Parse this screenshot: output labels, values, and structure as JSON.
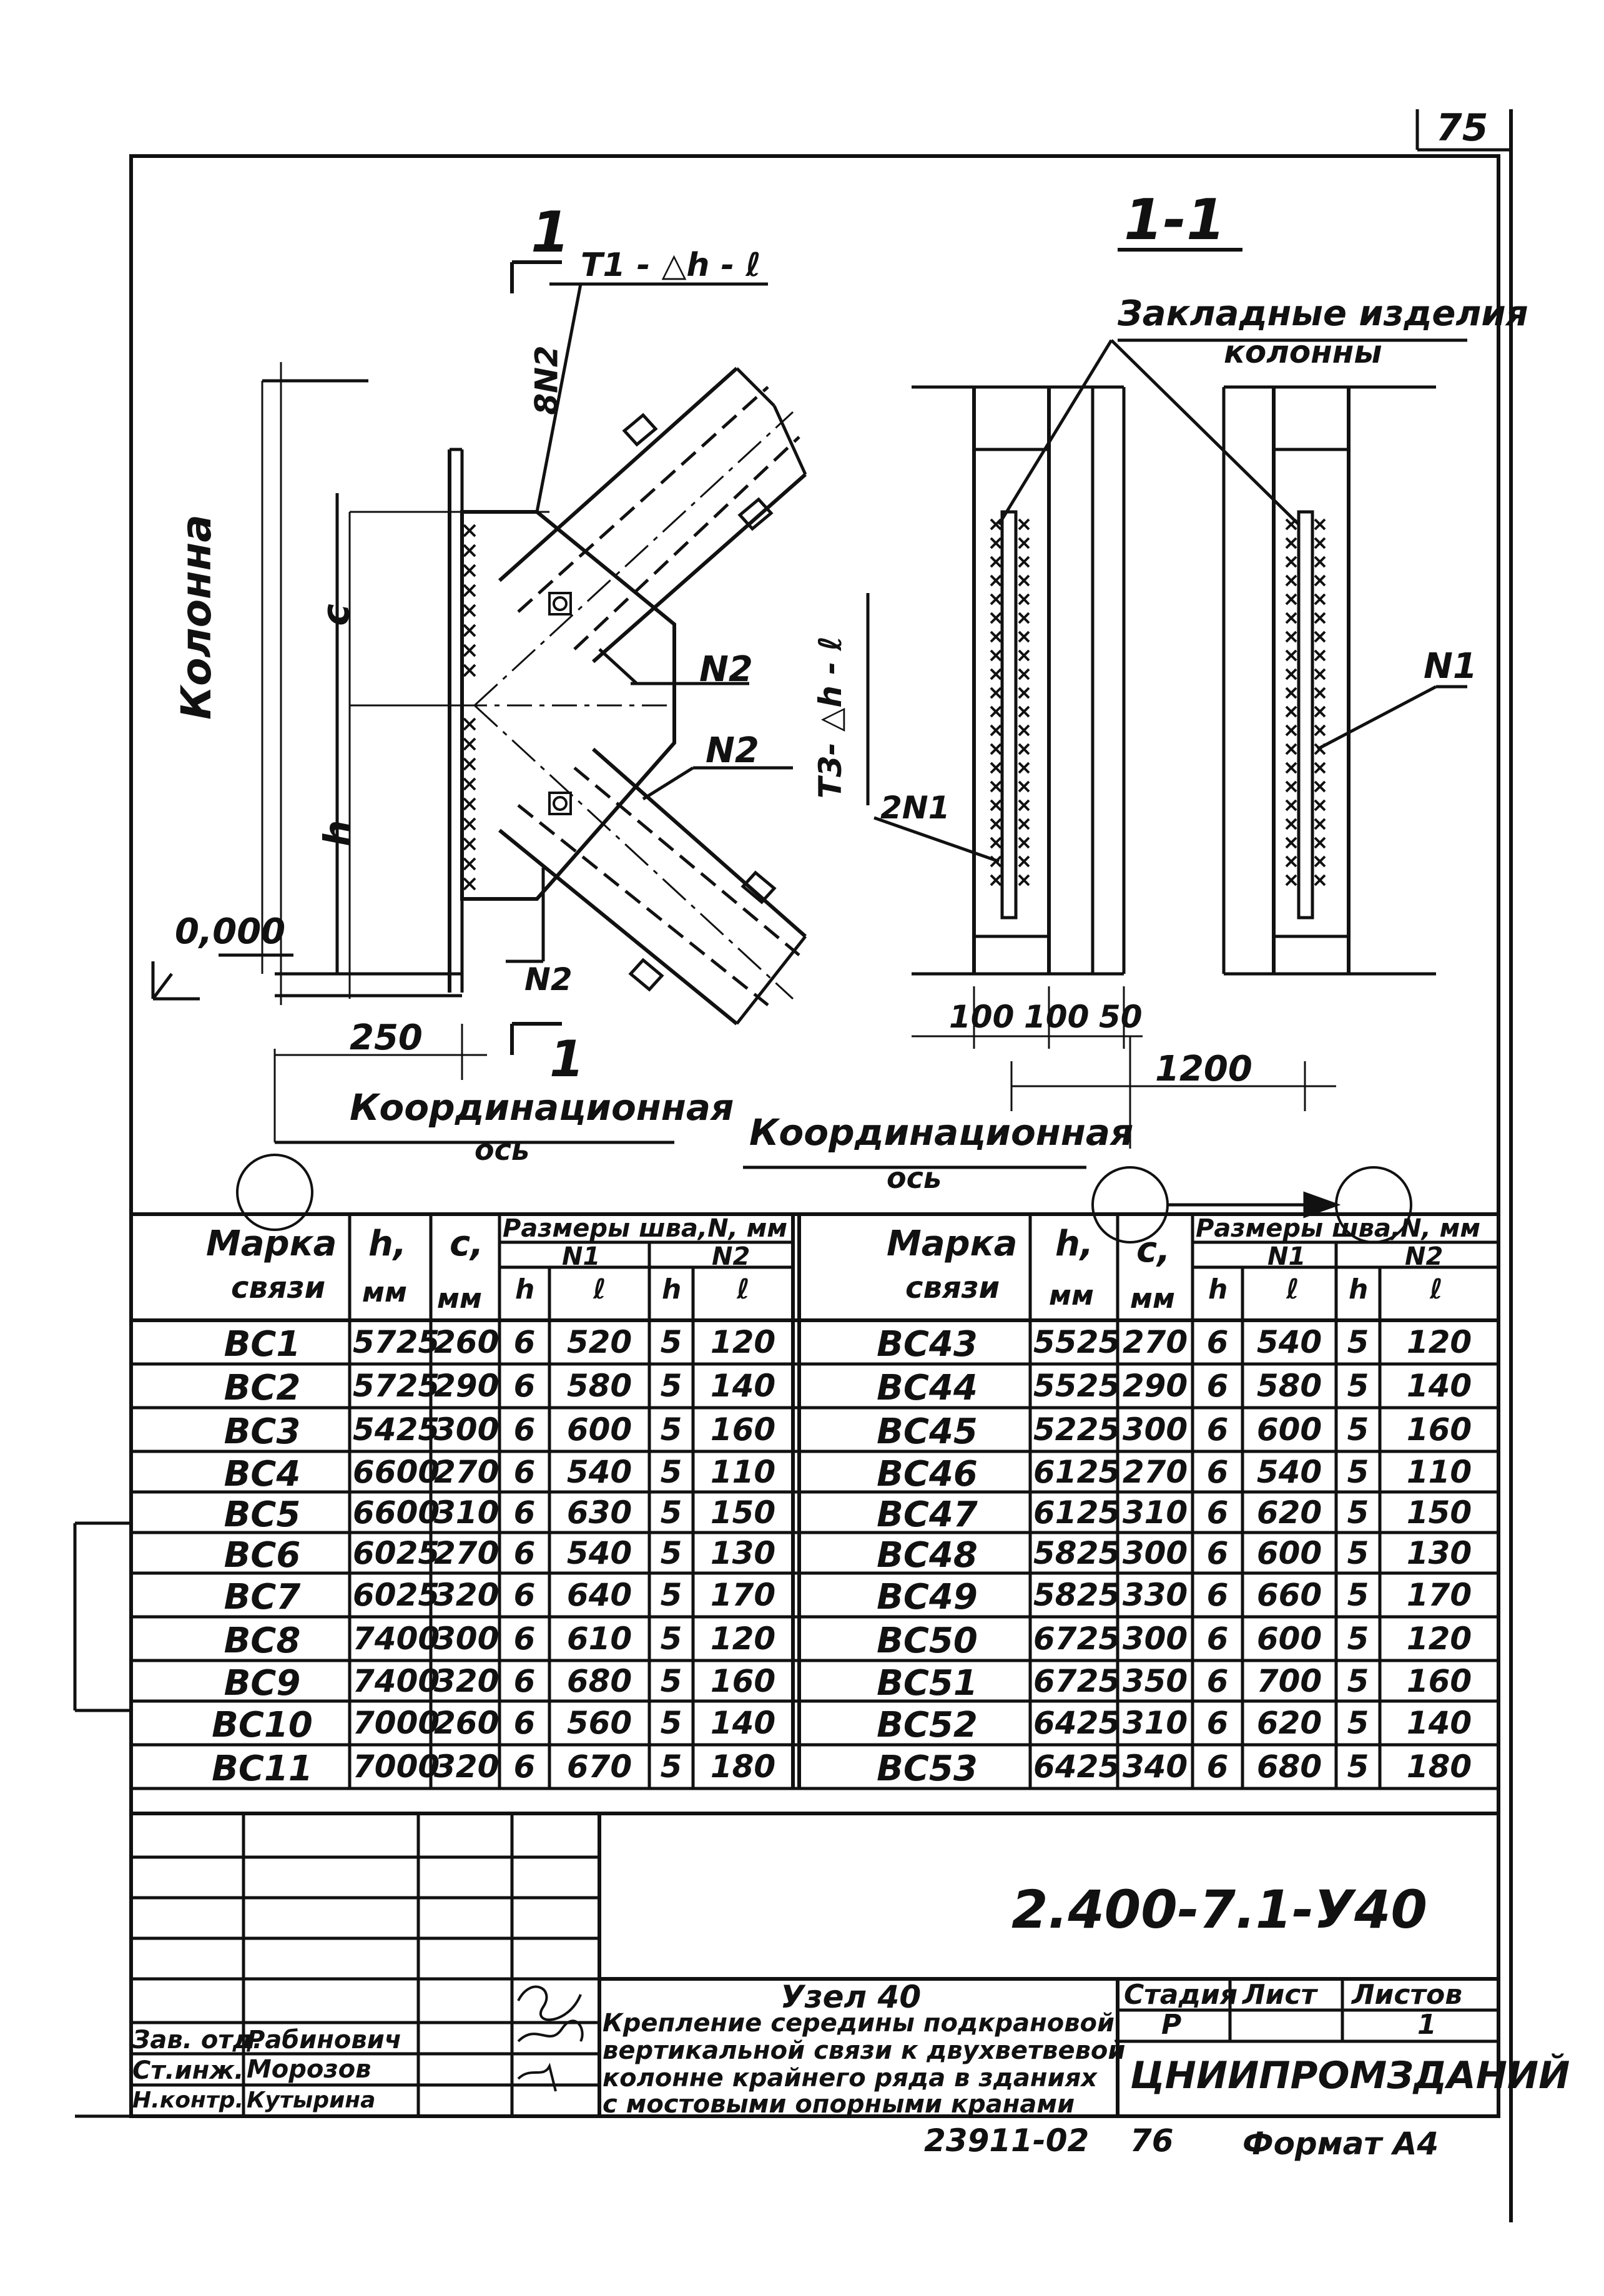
{
  "sheet": {
    "page_number": "75",
    "section_mark": "1",
    "section_title": "1-1"
  },
  "drawing_left": {
    "weld_note_top": "T1 - △h - ℓ",
    "weld_8N2": "8N2",
    "column_label": "Колонна",
    "dim_c": "c",
    "dim_h": "h",
    "weld_N2_a": "N2",
    "weld_N2_b": "N2",
    "weld_N2_c": "N2",
    "level": "0,000",
    "dim_250": "250",
    "section_mark_bottom": "1",
    "axis_label_1": "Координационная",
    "axis_label_2": "ось"
  },
  "drawing_right": {
    "embedded_parts_1": "Закладные изделия",
    "embedded_parts_2": "колонны",
    "weld_note_side": "T3- △h - ℓ",
    "weld_2N1": "2N1",
    "weld_N1": "N1",
    "dim_100a": "100",
    "dim_100b": "100",
    "dim_50": "50",
    "dim_1200": "1200",
    "axis_label_1": "Координационная",
    "axis_label_2": "ось"
  },
  "table": {
    "headers": {
      "mark_1": "Марка",
      "mark_2": "связи",
      "h": "h,",
      "h_unit": "мм",
      "c": "c,",
      "c_unit": "мм",
      "weld_sizes": "Размеры шва,N, мм",
      "n1": "N1",
      "n2": "N2",
      "sub_h": "h",
      "sub_l": "ℓ"
    },
    "left_rows": [
      {
        "mark": "ВС1",
        "h": "5725",
        "c": "260",
        "n1h": "6",
        "n1l": "520",
        "n2h": "5",
        "n2l": "120"
      },
      {
        "mark": "ВС2",
        "h": "5725",
        "c": "290",
        "n1h": "6",
        "n1l": "580",
        "n2h": "5",
        "n2l": "140"
      },
      {
        "mark": "ВС3",
        "h": "5425",
        "c": "300",
        "n1h": "6",
        "n1l": "600",
        "n2h": "5",
        "n2l": "160"
      },
      {
        "mark": "ВС4",
        "h": "6600",
        "c": "270",
        "n1h": "6",
        "n1l": "540",
        "n2h": "5",
        "n2l": "110"
      },
      {
        "mark": "ВС5",
        "h": "6600",
        "c": "310",
        "n1h": "6",
        "n1l": "630",
        "n2h": "5",
        "n2l": "150"
      },
      {
        "mark": "ВС6",
        "h": "6025",
        "c": "270",
        "n1h": "6",
        "n1l": "540",
        "n2h": "5",
        "n2l": "130"
      },
      {
        "mark": "ВС7",
        "h": "6025",
        "c": "320",
        "n1h": "6",
        "n1l": "640",
        "n2h": "5",
        "n2l": "170"
      },
      {
        "mark": "ВС8",
        "h": "7400",
        "c": "300",
        "n1h": "6",
        "n1l": "610",
        "n2h": "5",
        "n2l": "120"
      },
      {
        "mark": "ВС9",
        "h": "7400",
        "c": "320",
        "n1h": "6",
        "n1l": "680",
        "n2h": "5",
        "n2l": "160"
      },
      {
        "mark": "ВС10",
        "h": "7000",
        "c": "260",
        "n1h": "6",
        "n1l": "560",
        "n2h": "5",
        "n2l": "140"
      },
      {
        "mark": "ВС11",
        "h": "7000",
        "c": "320",
        "n1h": "6",
        "n1l": "670",
        "n2h": "5",
        "n2l": "180"
      }
    ],
    "right_rows": [
      {
        "mark": "ВС43",
        "h": "5525",
        "c": "270",
        "n1h": "6",
        "n1l": "540",
        "n2h": "5",
        "n2l": "120"
      },
      {
        "mark": "ВС44",
        "h": "5525",
        "c": "290",
        "n1h": "6",
        "n1l": "580",
        "n2h": "5",
        "n2l": "140"
      },
      {
        "mark": "ВС45",
        "h": "5225",
        "c": "300",
        "n1h": "6",
        "n1l": "600",
        "n2h": "5",
        "n2l": "160"
      },
      {
        "mark": "ВС46",
        "h": "6125",
        "c": "270",
        "n1h": "6",
        "n1l": "540",
        "n2h": "5",
        "n2l": "110"
      },
      {
        "mark": "ВС47",
        "h": "6125",
        "c": "310",
        "n1h": "6",
        "n1l": "620",
        "n2h": "5",
        "n2l": "150"
      },
      {
        "mark": "ВС48",
        "h": "5825",
        "c": "300",
        "n1h": "6",
        "n1l": "600",
        "n2h": "5",
        "n2l": "130"
      },
      {
        "mark": "ВС49",
        "h": "5825",
        "c": "330",
        "n1h": "6",
        "n1l": "660",
        "n2h": "5",
        "n2l": "170"
      },
      {
        "mark": "ВС50",
        "h": "6725",
        "c": "300",
        "n1h": "6",
        "n1l": "600",
        "n2h": "5",
        "n2l": "120"
      },
      {
        "mark": "ВС51",
        "h": "6725",
        "c": "350",
        "n1h": "6",
        "n1l": "700",
        "n2h": "5",
        "n2l": "160"
      },
      {
        "mark": "ВС52",
        "h": "6425",
        "c": "310",
        "n1h": "6",
        "n1l": "620",
        "n2h": "5",
        "n2l": "140"
      },
      {
        "mark": "ВС53",
        "h": "6425",
        "c": "340",
        "n1h": "6",
        "n1l": "680",
        "n2h": "5",
        "n2l": "180"
      }
    ]
  },
  "title_block": {
    "doc_code": "2.400-7.1-У40",
    "node_title": "Узел 40",
    "description_1": "Крепление середины подкрановой",
    "description_2": "вертикальной связи к двухветвевой",
    "description_3": "колонне крайнего ряда в зданиях",
    "description_4": "с мостовыми опорными кранами",
    "stage_label": "Стадия",
    "sheet_label": "Лист",
    "sheets_label": "Листов",
    "stage": "Р",
    "sheets": "1",
    "organization": "ЦНИИПРОМЗДАНИЙ",
    "role_1": "Зав. отд.",
    "name_1": "Рабинович",
    "role_2": "Ст.инж.",
    "name_2": "Морозов",
    "role_3": "Н.контр.",
    "name_3": "Кутырина",
    "footer_code": "23911-02",
    "footer_page": "76",
    "format": "Формат А4"
  }
}
